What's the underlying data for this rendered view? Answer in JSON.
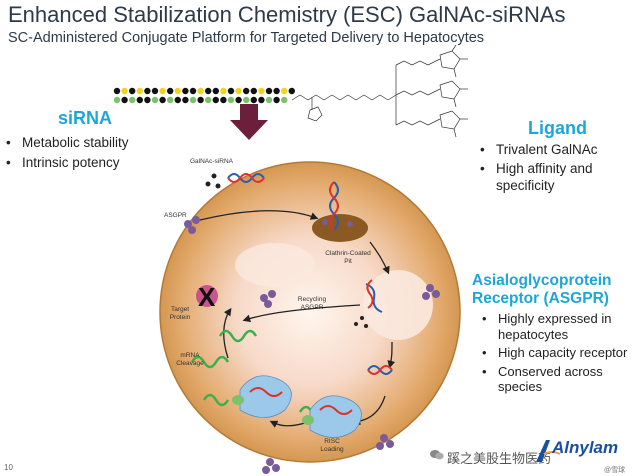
{
  "header": {
    "title": "Enhanced Stabilization Chemistry (ESC) GalNAc-siRNAs",
    "subtitle": "SC-Administered Conjugate Platform for Targeted Delivery to Hepatocytes"
  },
  "sirna": {
    "heading": "siRNA",
    "bullets": [
      "Metabolic stability",
      "Intrinsic potency"
    ]
  },
  "ligand": {
    "heading": "Ligand",
    "bullets": [
      "Trivalent GalNAc",
      "High affinity and specificity"
    ]
  },
  "asgpr": {
    "heading_line1": "Asialoglycoprotein",
    "heading_line2": "Receptor (ASGPR)",
    "bullets": [
      "Highly expressed in hepatocytes",
      "High capacity receptor",
      "Conserved across species"
    ]
  },
  "diagram_labels": {
    "galnac_sirna": "GalNAc-siRNA",
    "asgpr": "ASGPR",
    "clathrin_line1": "Clathrin-Coated",
    "clathrin_line2": "Pit",
    "recycling_line1": "Recycling",
    "recycling_line2": "ASGPR",
    "target_line1": "Target",
    "target_line2": "Protein",
    "mrna_line1": "mRNA",
    "mrna_line2": "Cleavage",
    "risc_line1": "RISC",
    "risc_line2": "Loading"
  },
  "footer": {
    "page_number": "10",
    "watermark": "蹊之美股生物医药",
    "company": "Alnylam",
    "small": "@雪球"
  },
  "colors": {
    "title": "#2c3a4a",
    "accent_blue": "#1da6d8",
    "cell_fill": "#d9a55a",
    "arrow": "#6b1f3a",
    "logo": "#1a4fa0"
  }
}
